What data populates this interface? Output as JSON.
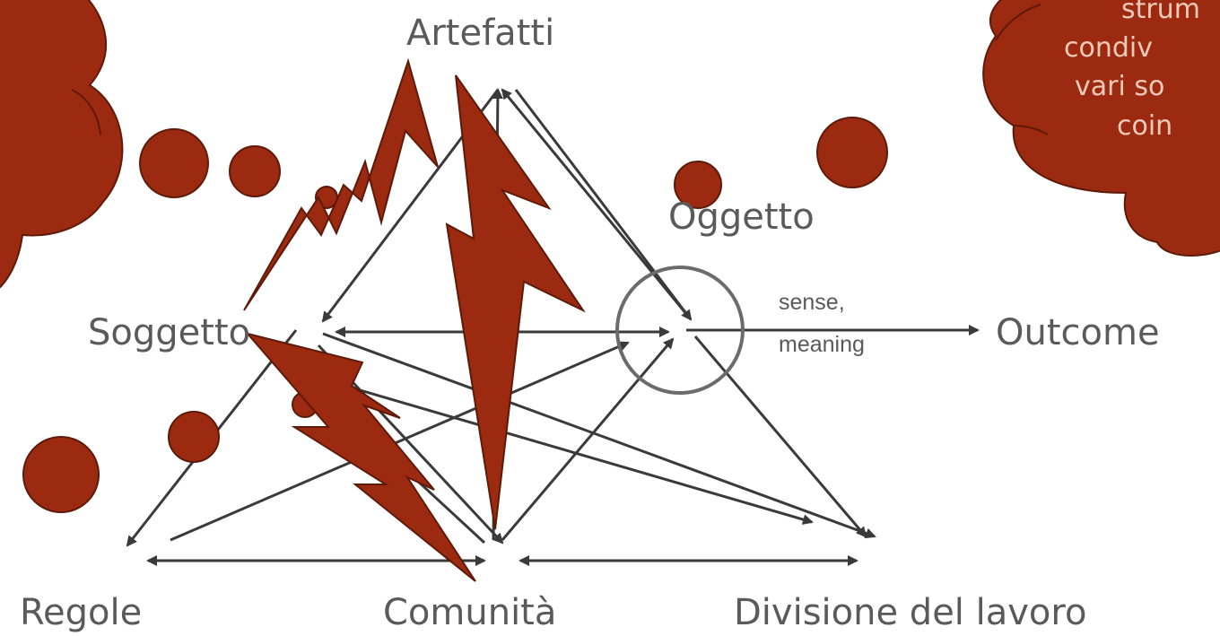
{
  "nodes": {
    "artefatti": "Artefatti",
    "oggetto": "Oggetto",
    "soggetto": "Soggetto",
    "outcome": "Outcome",
    "regole": "Regole",
    "comunita": "Comunità",
    "divisione": "Divisione del lavoro"
  },
  "edge_label": {
    "line1": "sense,",
    "line2": "meaning"
  },
  "cloud_text": {
    "line1": "strum",
    "line2": "condiv",
    "line3": "vari so",
    "line4": "coin"
  },
  "colors": {
    "shape_fill": "#9c2a10",
    "shape_stroke": "#5e1a08",
    "arrow": "#3a3a3a",
    "node_text": "#5a5a5a",
    "cloud_text": "#f3c9b8"
  },
  "icons": [
    "lightning-bolt-icon",
    "thought-cloud-icon",
    "thought-bubble-icon"
  ]
}
